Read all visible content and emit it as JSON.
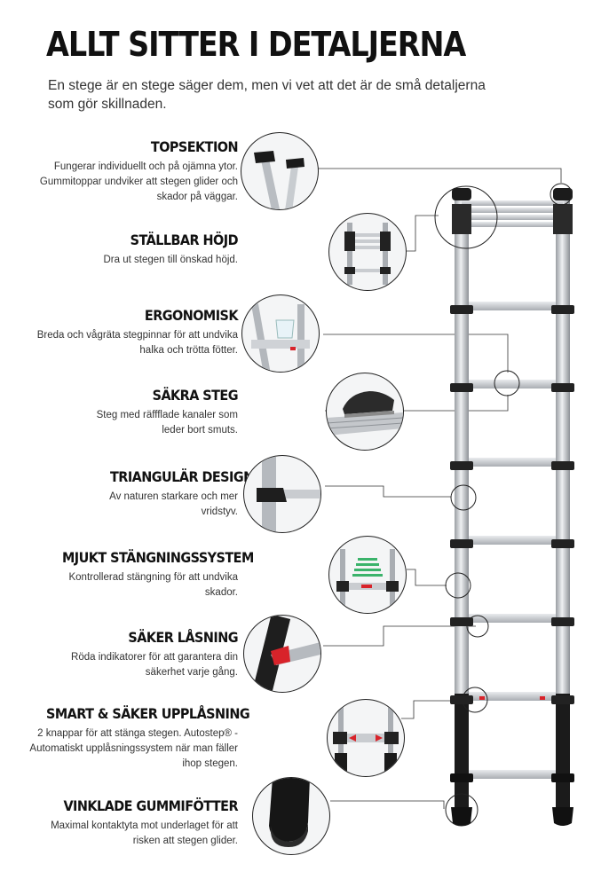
{
  "header": {
    "title": "ALLT SITTER I DETALJERNA",
    "intro": "En stege är en stege säger dem, men vi vet att det är de små detaljerna som gör skillnaden."
  },
  "features": [
    {
      "title": "TOPSEKTION",
      "text": "Fungerar individuellt och på ojämna ytor. Gummitoppar undviker att stegen glider och skador på väggar.",
      "icon": "top-caps-icon"
    },
    {
      "title": "STÄLLBAR HÖJD",
      "text": "Dra ut stegen till önskad höjd.",
      "icon": "extended-ladder-icon"
    },
    {
      "title": "ERGONOMISK",
      "text": "Breda och vågräta stegpinnar för att undvika halka och trötta fötter.",
      "icon": "level-rung-icon"
    },
    {
      "title": "SÄKRA STEG",
      "text": "Steg med räffflade kanaler som leder bort smuts.",
      "icon": "shoe-on-step-icon"
    },
    {
      "title": "TRIANGULÄR DESIGN",
      "text": "Av naturen starkare och mer vridstyv.",
      "icon": "triangular-joint-icon"
    },
    {
      "title": "MJUKT STÄNGNINGSSYSTEM",
      "text": "Kontrollerad stängning för att undvika skador.",
      "icon": "soft-close-icon"
    },
    {
      "title": "SÄKER LÅSNING",
      "text": "Röda indikatorer för att garantera din säkerhet varje gång.",
      "icon": "red-lock-indicator-icon"
    },
    {
      "title": "SMART & SÄKER UPPLÅSNING",
      "text": "2 knappar för att stänga stegen. Autostep® - Automatiskt upplåsningssystem när man fäller ihop stegen.",
      "icon": "release-buttons-icon"
    },
    {
      "title": "VINKLADE GUMMIFÖTTER",
      "text": "Maximal kontaktyta mot underlaget för att  risken att stegen glider.",
      "icon": "rubber-foot-icon"
    }
  ],
  "colors": {
    "accent_red": "#d8232a",
    "aluminium": "#c9ccd0",
    "rubber": "#1a1a1a"
  }
}
